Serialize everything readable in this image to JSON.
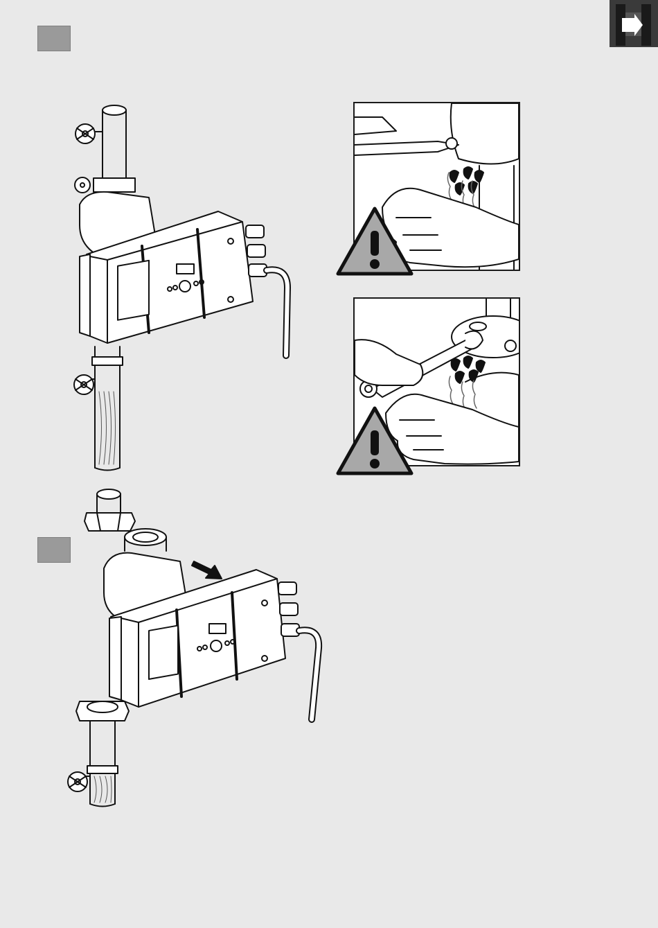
{
  "page": {
    "background": "#e9e9e9",
    "step_marker_color": "#9a9a9a",
    "warning_fill": "#a8a8a8"
  },
  "corner_tab": {
    "icon": "pump-in-pipe-icon",
    "color": "#3a3a3a"
  },
  "step_markers": [
    {
      "icon": "step-marker-1"
    },
    {
      "icon": "step-marker-2"
    }
  ],
  "figures": {
    "pump_installed": {
      "icon": "pump-installed-between-valves-illustration"
    },
    "warning_hot_fluid_pliers": {
      "icon": "hot-fluid-warning-pliers-illustration"
    },
    "warning_hot_fluid_wrench": {
      "icon": "hot-fluid-warning-wrench-illustration"
    },
    "pump_removal": {
      "icon": "pump-removal-direction-illustration"
    }
  }
}
